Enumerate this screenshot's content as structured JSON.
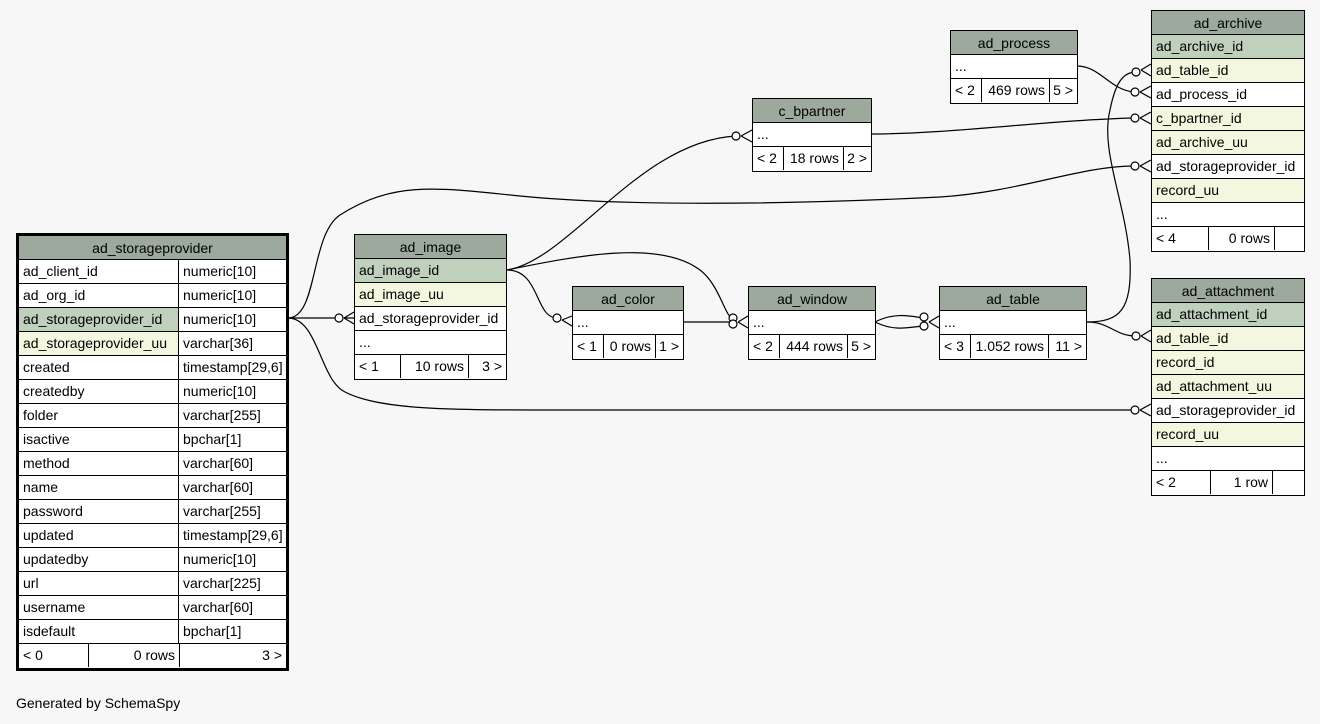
{
  "credit": "Generated by SchemaSpy",
  "ad_storageprovider": {
    "name": "ad_storageprovider",
    "columns": [
      {
        "name": "ad_client_id",
        "type": "numeric[10]"
      },
      {
        "name": "ad_org_id",
        "type": "numeric[10]"
      },
      {
        "name": "ad_storageprovider_id",
        "type": "numeric[10]"
      },
      {
        "name": "ad_storageprovider_uu",
        "type": "varchar[36]"
      },
      {
        "name": "created",
        "type": "timestamp[29,6]"
      },
      {
        "name": "createdby",
        "type": "numeric[10]"
      },
      {
        "name": "folder",
        "type": "varchar[255]"
      },
      {
        "name": "isactive",
        "type": "bpchar[1]"
      },
      {
        "name": "method",
        "type": "varchar[60]"
      },
      {
        "name": "name",
        "type": "varchar[60]"
      },
      {
        "name": "password",
        "type": "varchar[255]"
      },
      {
        "name": "updated",
        "type": "timestamp[29,6]"
      },
      {
        "name": "updatedby",
        "type": "numeric[10]"
      },
      {
        "name": "url",
        "type": "varchar[225]"
      },
      {
        "name": "username",
        "type": "varchar[60]"
      },
      {
        "name": "isdefault",
        "type": "bpchar[1]"
      }
    ],
    "parents": "< 0",
    "rows": "0 rows",
    "children": "3 >"
  },
  "ad_image": {
    "name": "ad_image",
    "columns": [
      "ad_image_id",
      "ad_image_uu",
      "ad_storageprovider_id",
      "..."
    ],
    "parents": "< 1",
    "rows": "10 rows",
    "children": "3 >"
  },
  "ad_color": {
    "name": "ad_color",
    "columns": [
      "..."
    ],
    "parents": "< 1",
    "rows": "0 rows",
    "children": "1 >"
  },
  "ad_window": {
    "name": "ad_window",
    "columns": [
      "..."
    ],
    "parents": "< 2",
    "rows": "444 rows",
    "children": "5 >"
  },
  "ad_table": {
    "name": "ad_table",
    "columns": [
      "..."
    ],
    "parents": "< 3",
    "rows": "1.052 rows",
    "children": "11 >"
  },
  "c_bpartner": {
    "name": "c_bpartner",
    "columns": [
      "..."
    ],
    "parents": "< 2",
    "rows": "18 rows",
    "children": "2 >"
  },
  "ad_process": {
    "name": "ad_process",
    "columns": [
      "..."
    ],
    "parents": "< 2",
    "rows": "469 rows",
    "children": "5 >"
  },
  "ad_archive": {
    "name": "ad_archive",
    "columns": [
      "ad_archive_id",
      "ad_table_id",
      "ad_process_id",
      "c_bpartner_id",
      "ad_archive_uu",
      "ad_storageprovider_id",
      "record_uu",
      "..."
    ],
    "parents": "< 4",
    "rows": "0 rows",
    "children": ""
  },
  "ad_attachment": {
    "name": "ad_attachment",
    "columns": [
      "ad_attachment_id",
      "ad_table_id",
      "record_id",
      "ad_attachment_uu",
      "ad_storageprovider_id",
      "record_uu",
      "..."
    ],
    "parents": "< 2",
    "rows": "1 row",
    "children": ""
  }
}
